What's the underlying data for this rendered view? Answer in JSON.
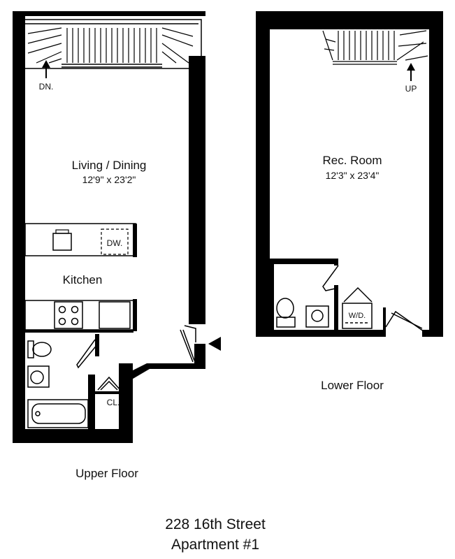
{
  "upper": {
    "stairs_label": "DN.",
    "living_name": "Living / Dining",
    "living_dims": "12'9\" x 23'2\"",
    "dishwasher_label": "DW.",
    "kitchen_name": "Kitchen",
    "closet_label": "CL.",
    "floor_label": "Upper Floor"
  },
  "lower": {
    "stairs_label": "UP",
    "rec_name": "Rec. Room",
    "rec_dims": "12'3\" x 23'4\"",
    "washer_dryer_label": "W/D.",
    "floor_label": "Lower Floor"
  },
  "address": {
    "line1": "228 16th Street",
    "line2": "Apartment #1"
  }
}
